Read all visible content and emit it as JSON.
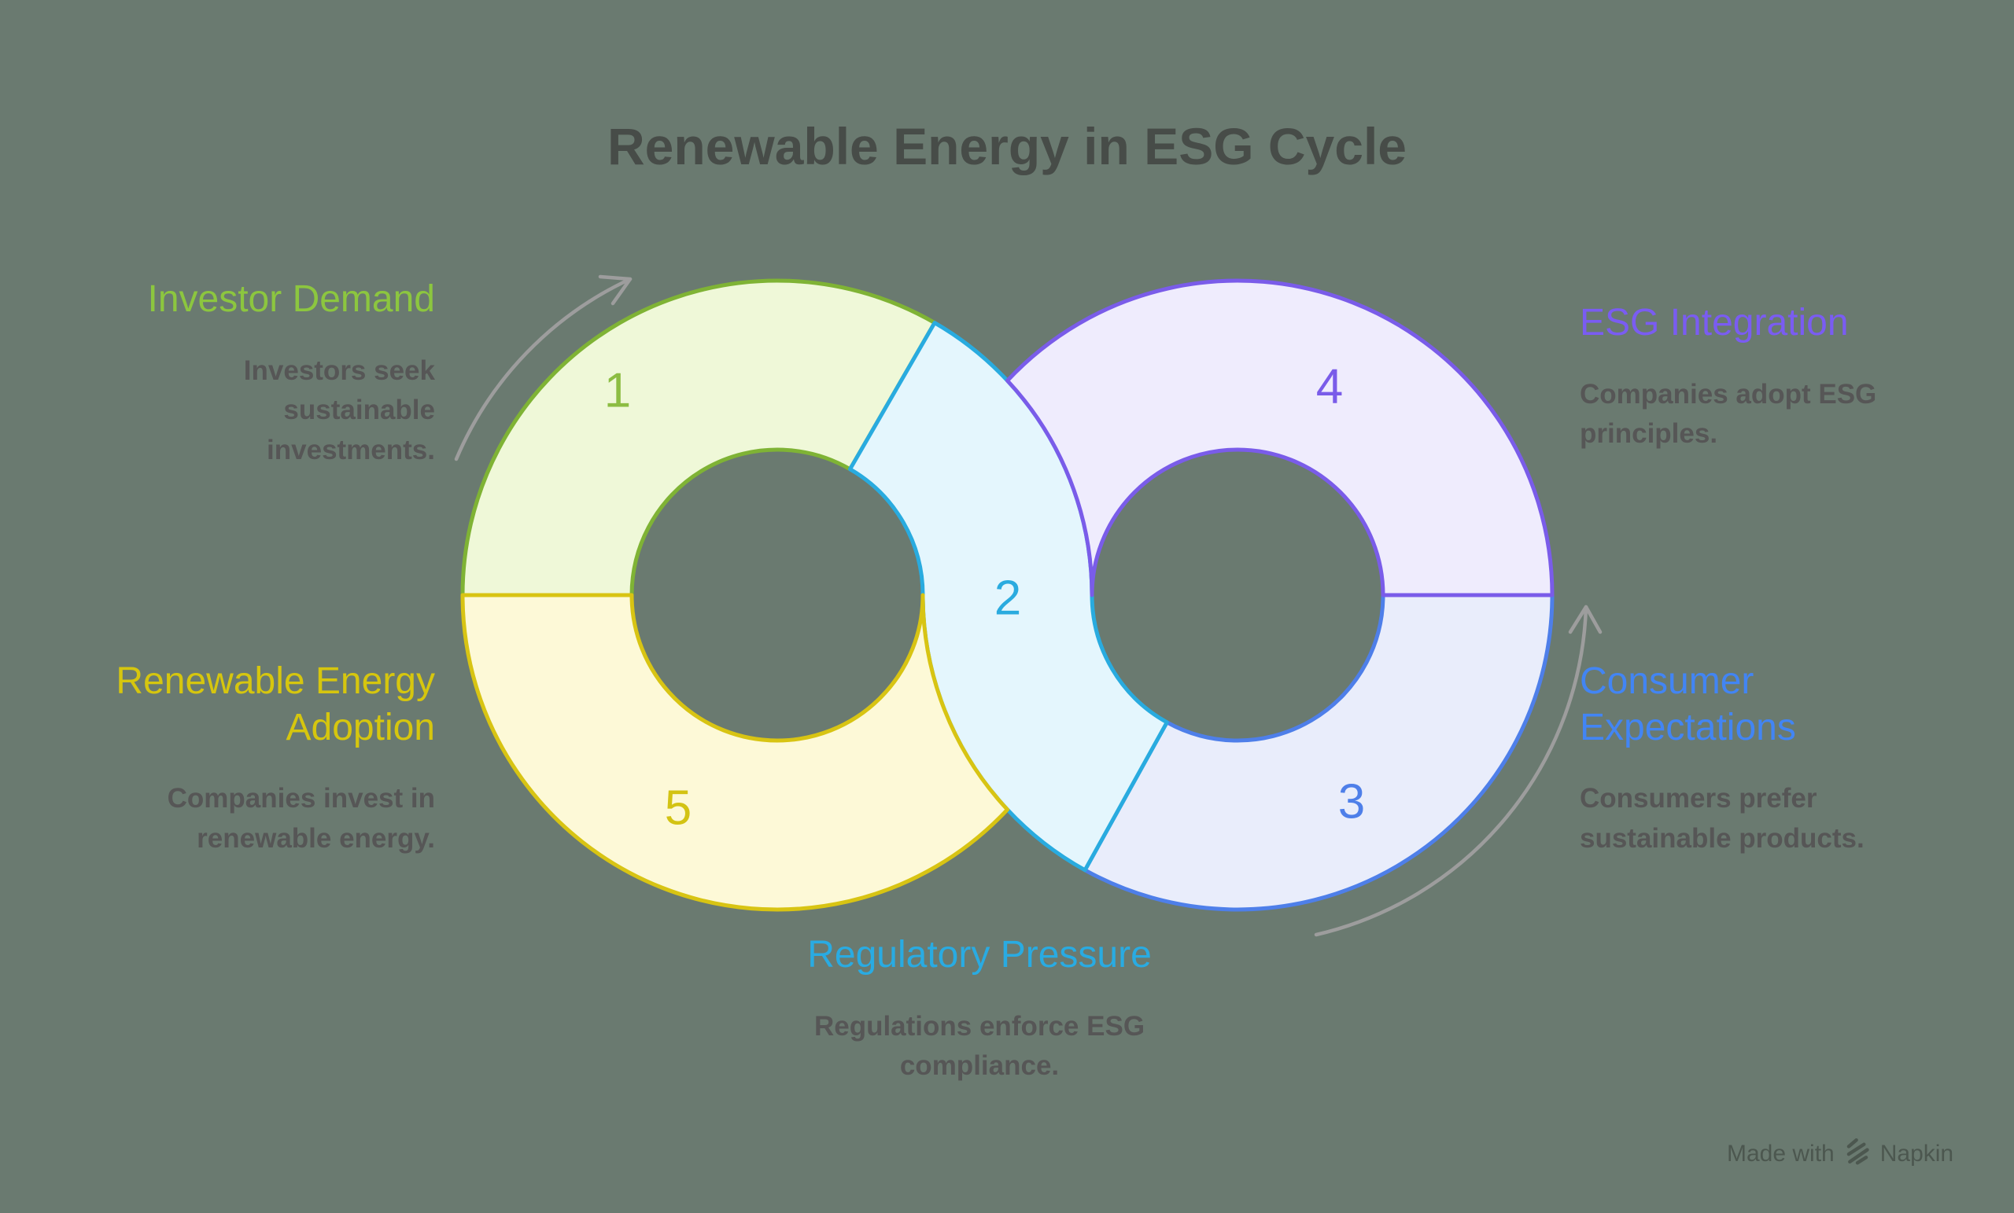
{
  "title": {
    "text": "Renewable Energy in ESG Cycle",
    "color": "#474c48"
  },
  "background": "#6a7a70",
  "arrow_color": "#9d9d9d",
  "body_text_color": "#565656",
  "steps": [
    {
      "num": "1",
      "label": "Investor Demand",
      "desc": "Investors seek\nsustainable\ninvestments.",
      "heading_color": "#8cc63f",
      "digit_color": "#8cbd42",
      "fill": "#eff8d8",
      "stroke": "#7fb335"
    },
    {
      "num": "2",
      "label": "Regulatory Pressure",
      "desc": "Regulations enforce ESG\ncompliance.",
      "heading_color": "#29abe2",
      "digit_color": "#2aabdf",
      "fill": "#e4f6fd",
      "stroke": "#29abdf"
    },
    {
      "num": "3",
      "label": "Consumer\nExpectations",
      "desc": "Consumers prefer\nsustainable products.",
      "heading_color": "#4285f4",
      "digit_color": "#4e7fe9",
      "fill": "#e9edfb",
      "stroke": "#4e7fe9"
    },
    {
      "num": "4",
      "label": "ESG Integration",
      "desc": "Companies adopt ESG\nprinciples.",
      "heading_color": "#7a5cf2",
      "digit_color": "#7a5ce9",
      "fill": "#efecfd",
      "stroke": "#7a5ce9"
    },
    {
      "num": "5",
      "label": "Renewable Energy\nAdoption",
      "desc": "Companies invest in\nrenewable energy.",
      "heading_color": "#d6c60e",
      "digit_color": "#d3c313",
      "fill": "#fdf9d7",
      "stroke": "#d8c413"
    }
  ],
  "watermark": {
    "prefix": "Made with",
    "brand": "Napkin",
    "color": "#47514a"
  }
}
